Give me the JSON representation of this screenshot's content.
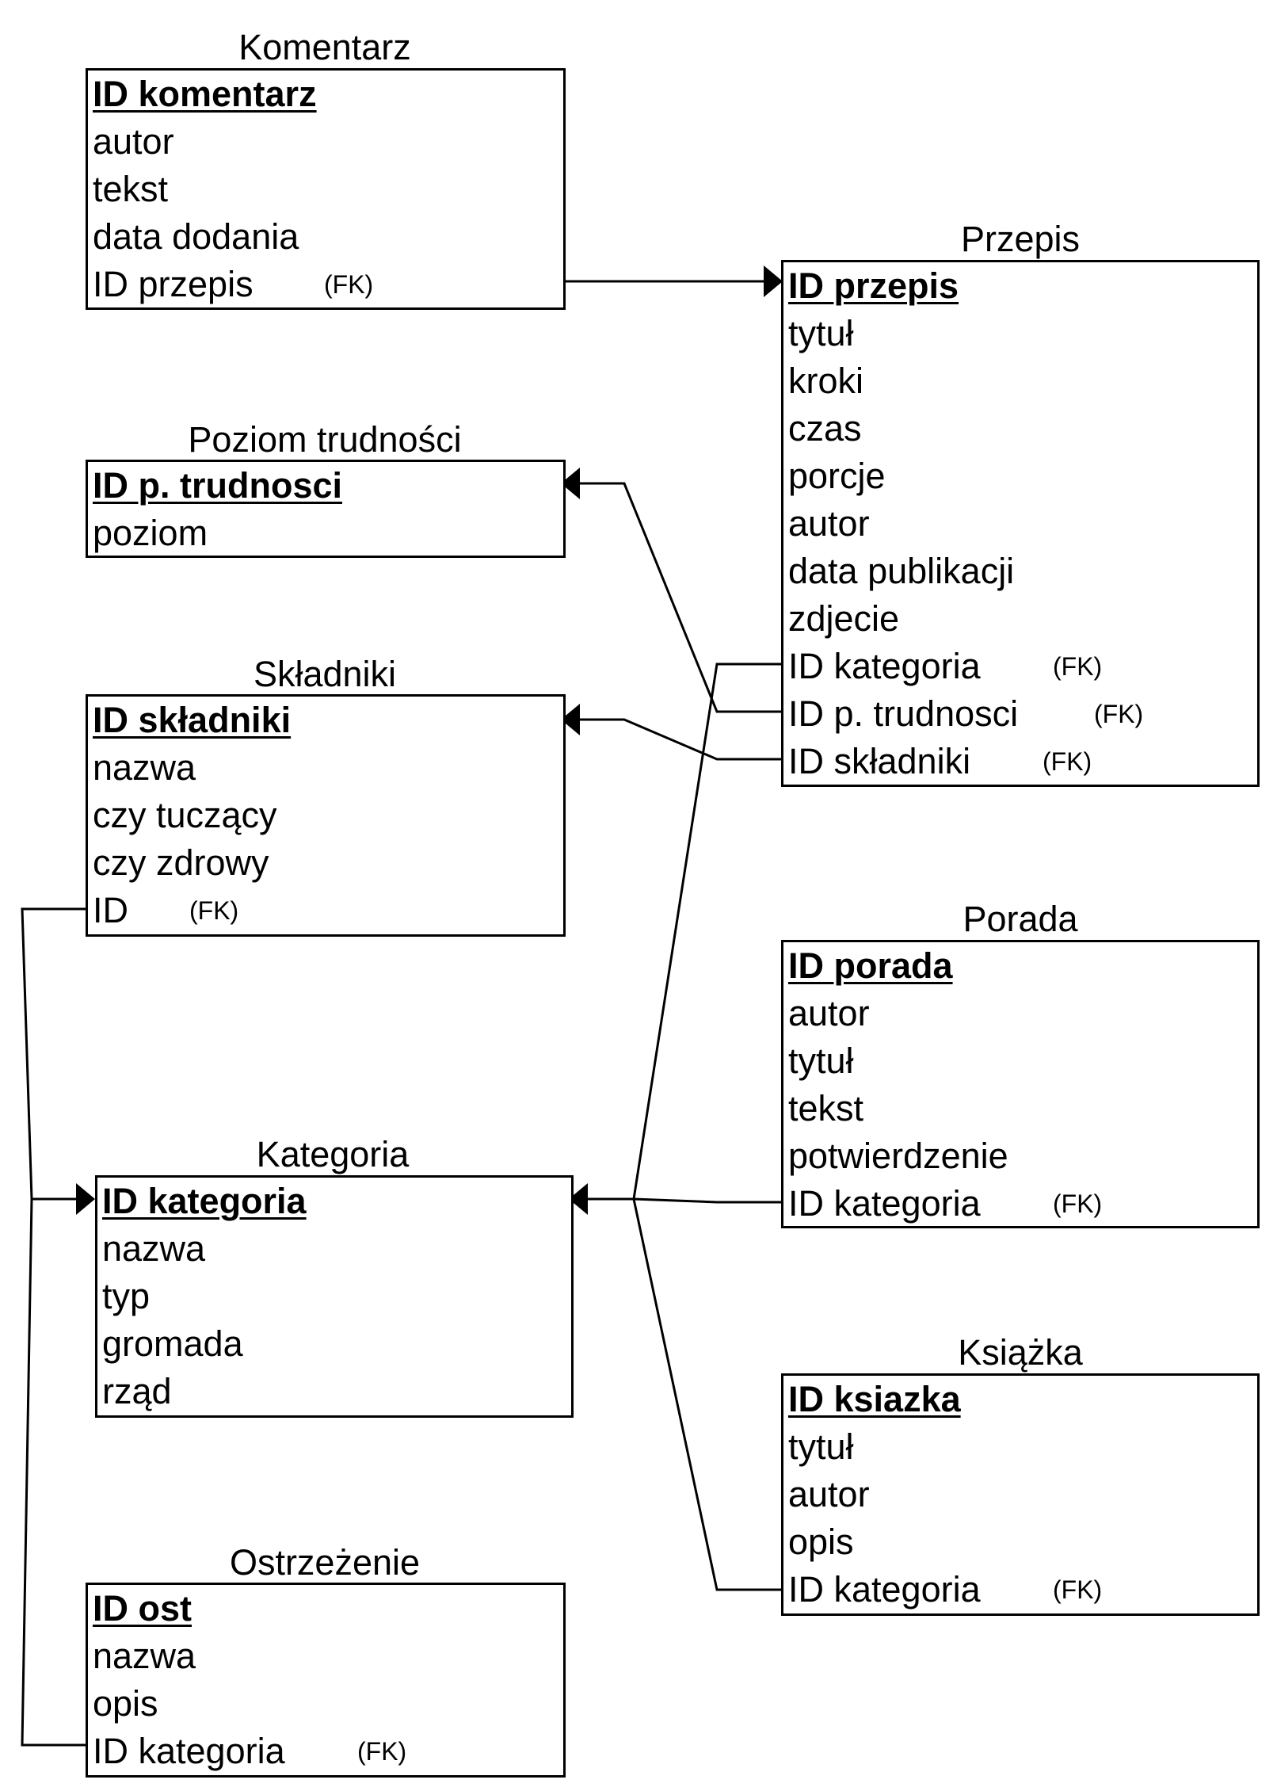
{
  "entities": {
    "komentarz": {
      "name": "Komentarz",
      "pk": "ID komentarz",
      "fields": [
        "autor",
        "tekst",
        "data dodania",
        "ID przepis"
      ],
      "fk_marker": "(FK)"
    },
    "przepis": {
      "name": "Przepis",
      "pk": "ID przepis",
      "fields": [
        "tytuł",
        "kroki",
        "czas",
        "porcje",
        "autor",
        "data publikacji",
        "zdjecie",
        "ID kategoria",
        "ID p. trudnosci",
        "ID składniki"
      ],
      "fk_marker": "(FK)"
    },
    "poziom": {
      "name": "Poziom trudności",
      "pk": "ID p. trudnosci",
      "fields": [
        "poziom"
      ]
    },
    "skladniki": {
      "name": "Składniki",
      "pk": "ID składniki",
      "fields": [
        "nazwa",
        "czy tuczący",
        "czy zdrowy",
        "ID"
      ],
      "fk_marker": "(FK)"
    },
    "porada": {
      "name": "Porada",
      "pk": "ID porada",
      "fields": [
        "autor",
        "tytuł",
        "tekst",
        "potwierdzenie",
        "ID kategoria"
      ],
      "fk_marker": "(FK)"
    },
    "kategoria": {
      "name": "Kategoria",
      "pk": "ID kategoria",
      "fields": [
        "nazwa",
        "typ",
        "gromada",
        "rząd"
      ]
    },
    "ksiazka": {
      "name": "Książka",
      "pk": "ID ksiazka",
      "fields": [
        "tytuł",
        "autor",
        "opis",
        "ID kategoria"
      ],
      "fk_marker": "(FK)"
    },
    "ostrzezenie": {
      "name": "Ostrzeżenie",
      "pk": "ID ost",
      "fields": [
        "nazwa",
        "opis",
        "ID kategoria"
      ],
      "fk_marker": "(FK)"
    }
  },
  "relationships": [
    {
      "from": "Komentarz.ID przepis",
      "to": "Przepis.ID przepis"
    },
    {
      "from": "Przepis.ID p. trudnosci",
      "to": "Poziom trudności.ID p. trudnosci"
    },
    {
      "from": "Przepis.ID składniki",
      "to": "Składniki.ID składniki"
    },
    {
      "from": "Przepis.ID kategoria",
      "to": "Kategoria.ID kategoria"
    },
    {
      "from": "Porada.ID kategoria",
      "to": "Kategoria.ID kategoria"
    },
    {
      "from": "Książka.ID kategoria",
      "to": "Kategoria.ID kategoria"
    },
    {
      "from": "Składniki.ID",
      "to": "Kategoria.ID kategoria"
    },
    {
      "from": "Ostrzeżenie.ID kategoria",
      "to": "Kategoria.ID kategoria"
    }
  ]
}
